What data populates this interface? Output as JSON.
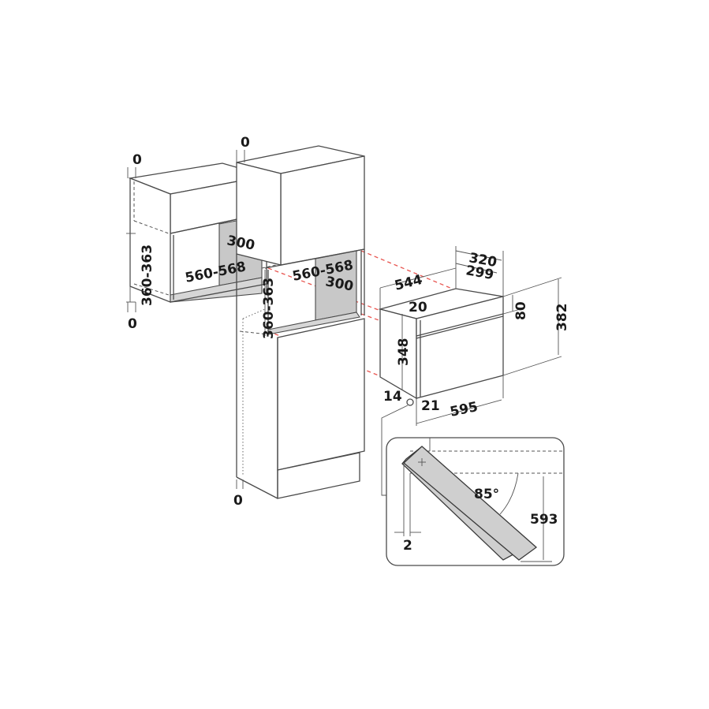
{
  "diagram": {
    "type": "built-in appliance installation dimensions",
    "units": "mm",
    "colors": {
      "line": "#4a4a4a",
      "niche_fill": "#c8c8c8",
      "alignment_guides": "#e8544f",
      "background": "#ffffff"
    },
    "wall_cabinet": {
      "clearance_top": "0",
      "clearance_bottom": "0",
      "niche_height": "360-363",
      "niche_width": "560-568",
      "niche_depth": "300"
    },
    "tall_column": {
      "clearance_top": "0",
      "clearance_bottom": "0",
      "niche_height": "360-363",
      "niche_width": "560-568",
      "niche_depth": "300"
    },
    "appliance": {
      "total_depth": "320",
      "body_depth": "299",
      "body_width": "544",
      "front_offset_top": "20",
      "control_band_height": "80",
      "total_height": "382",
      "body_height": "348",
      "bottom_offset": "14",
      "front_thickness": "21",
      "front_width": "595"
    },
    "door_detail": {
      "opening_angle": "85°",
      "clearance": "593",
      "hinge_offset": "2"
    }
  }
}
